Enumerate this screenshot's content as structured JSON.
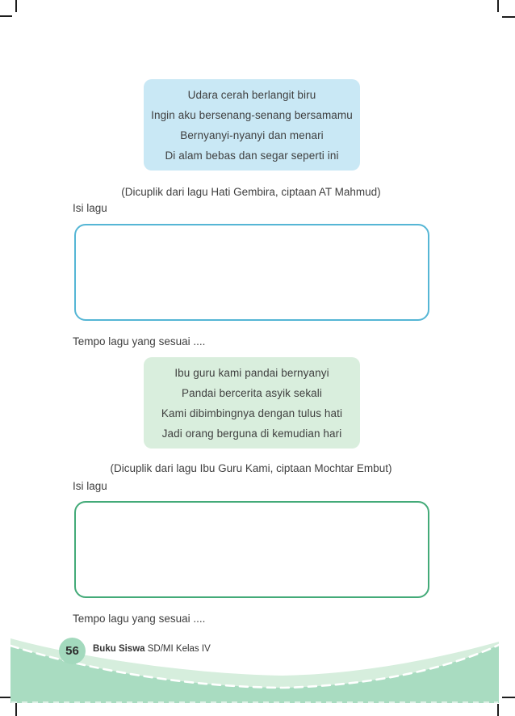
{
  "colors": {
    "lyric_box_blue_fill": "#c9e8f5",
    "lyric_box_green_fill": "#d9eedd",
    "answer_box_blue_border": "#55b6d5",
    "answer_box_green_border": "#43aa78",
    "wave_light_green": "#d6eedd",
    "wave_dark_green": "#a9dcc1",
    "page_badge_green": "#a3d9bd",
    "body_text": "#3f3f3f"
  },
  "sections": [
    {
      "lyrics": [
        "Udara cerah berlangit biru",
        "Ingin aku bersenang-senang bersamamu",
        "Bernyanyi-nyanyi dan menari",
        "Di alam bebas dan segar seperti ini"
      ],
      "caption": "(Dicuplik dari lagu Hati Gembira, ciptaan AT Mahmud)",
      "isi_label": "Isi lagu",
      "answer_value": "",
      "tempo_label": "Tempo lagu yang sesuai ...."
    },
    {
      "lyrics": [
        "Ibu guru kami pandai bernyanyi",
        "Pandai bercerita asyik sekali",
        "Kami dibimbingnya dengan tulus hati",
        "Jadi orang berguna di kemudian hari"
      ],
      "caption": "(Dicuplik dari lagu Ibu Guru Kami, ciptaan Mochtar Embut)",
      "isi_label": "Isi lagu",
      "answer_value": "",
      "tempo_label": "Tempo lagu yang sesuai ...."
    }
  ],
  "footer": {
    "page_number": "56",
    "book_title": "Buku Siswa",
    "book_subtitle": "SD/MI Kelas IV"
  }
}
